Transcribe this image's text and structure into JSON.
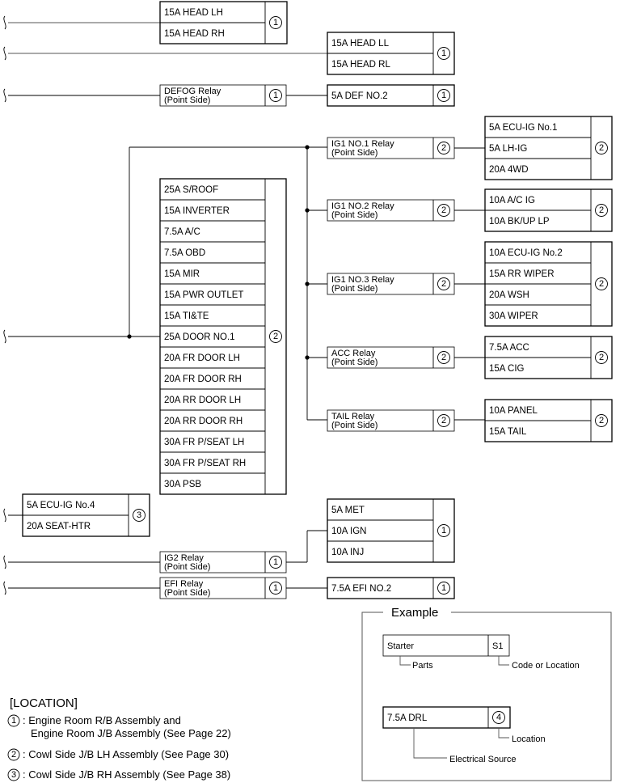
{
  "fuse_groups": {
    "g1": {
      "items": [
        "15A HEAD LH",
        "15A HEAD RH"
      ],
      "location": "1"
    },
    "g2": {
      "items": [
        "15A HEAD LL",
        "15A HEAD RL"
      ],
      "location": "1"
    },
    "g3": {
      "items": [
        "5A DEF NO.2"
      ],
      "location": "1"
    },
    "g4": {
      "items": [
        "5A ECU-IG No.1",
        "5A LH-IG",
        "20A 4WD"
      ],
      "location": "2"
    },
    "g5": {
      "items": [
        "25A S/ROOF",
        "15A INVERTER",
        "7.5A A/C",
        "7.5A OBD",
        "15A MIR",
        "15A PWR OUTLET",
        "15A TI&TE",
        "25A DOOR NO.1",
        "20A FR DOOR LH",
        "20A FR DOOR RH",
        "20A RR DOOR LH",
        "20A RR DOOR RH",
        "30A FR P/SEAT LH",
        "30A FR P/SEAT RH",
        "30A PSB"
      ],
      "location": "2"
    },
    "g6": {
      "items": [
        "10A A/C IG",
        "10A BK/UP LP"
      ],
      "location": "2"
    },
    "g7": {
      "items": [
        "10A ECU-IG No.2",
        "15A RR WIPER",
        "20A WSH",
        "30A WIPER"
      ],
      "location": "2"
    },
    "g8": {
      "items": [
        "7.5A ACC",
        "15A CIG"
      ],
      "location": "2"
    },
    "g9": {
      "items": [
        "10A PANEL",
        "15A TAIL"
      ],
      "location": "2"
    },
    "g10": {
      "items": [
        "5A ECU-IG No.4",
        "20A SEAT-HTR"
      ],
      "location": "3"
    },
    "g11": {
      "items": [
        "5A MET",
        "10A IGN",
        "10A INJ"
      ],
      "location": "1"
    },
    "g12": {
      "items": [
        "7.5A EFI NO.2"
      ],
      "location": "1"
    }
  },
  "relays": {
    "defog": {
      "line1": "DEFOG Relay",
      "line2": "(Point Side)",
      "location": "1"
    },
    "ig1_1": {
      "line1": "IG1 NO.1 Relay",
      "line2": "(Point Side)",
      "location": "2"
    },
    "ig1_2": {
      "line1": "IG1 NO.2 Relay",
      "line2": "(Point Side)",
      "location": "2"
    },
    "ig1_3": {
      "line1": "IG1 NO.3 Relay",
      "line2": "(Point Side)",
      "location": "2"
    },
    "acc": {
      "line1": "ACC Relay",
      "line2": "(Point Side)",
      "location": "2"
    },
    "tail": {
      "line1": "TAIL Relay",
      "line2": "(Point Side)",
      "location": "2"
    },
    "ig2": {
      "line1": "IG2 Relay",
      "line2": "(Point Side)",
      "location": "1"
    },
    "efi": {
      "line1": "EFI Relay",
      "line2": "(Point Side)",
      "location": "1"
    }
  },
  "example": {
    "title": "Example",
    "part_name": "Starter",
    "part_code": "S1",
    "parts_label": "Parts",
    "code_label": "Code or Location",
    "fuse_name": "7.5A DRL",
    "fuse_code": "4",
    "location_label": "Location",
    "source_label": "Electrical Source"
  },
  "legend": {
    "title": "[LOCATION]",
    "items": [
      {
        "num": "1",
        "line1": ": Engine Room R/B Assembly and",
        "line2": "Engine Room J/B Assembly (See Page 22)"
      },
      {
        "num": "2",
        "line1": ": Cowl Side J/B LH Assembly (See Page 30)",
        "line2": ""
      },
      {
        "num": "3",
        "line1": ": Cowl Side J/B RH Assembly (See Page 38)",
        "line2": ""
      }
    ]
  }
}
